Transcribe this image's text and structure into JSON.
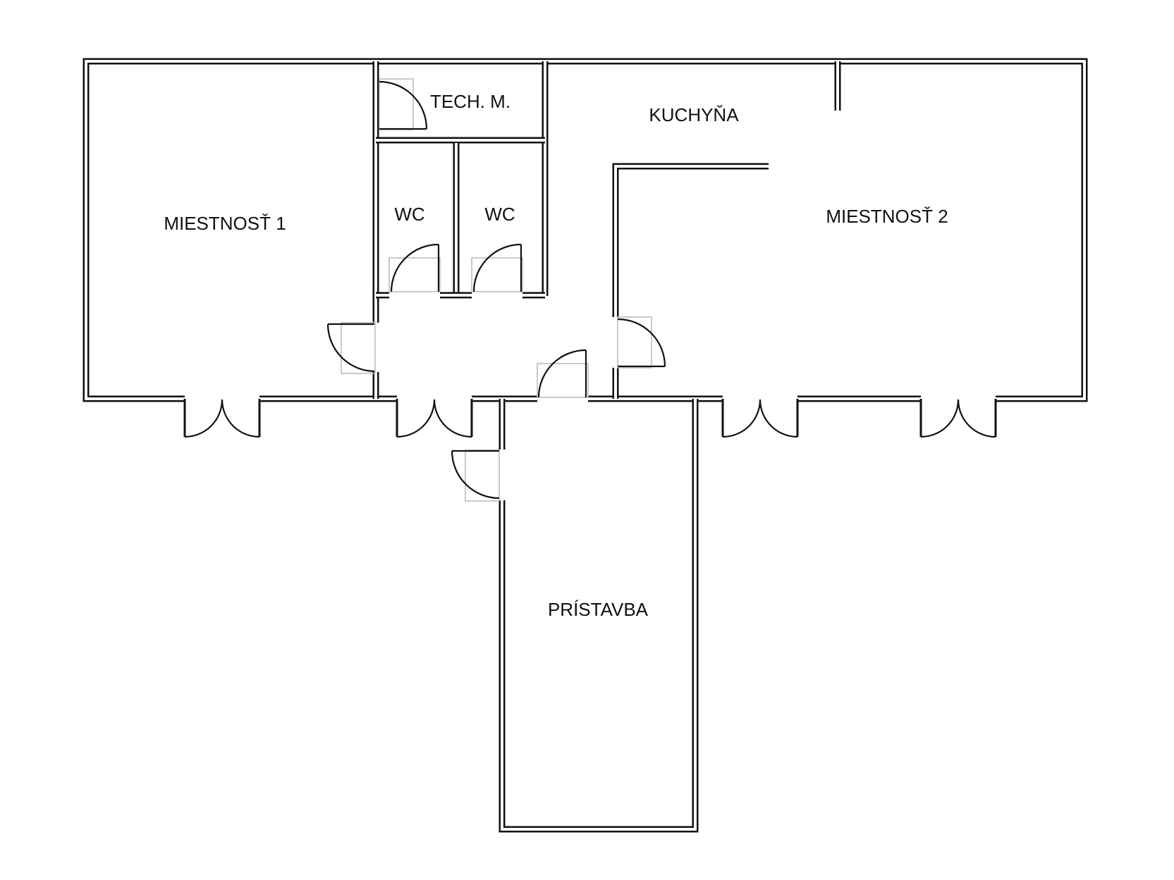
{
  "rooms": {
    "miestnost1": "MIESTNOSŤ 1",
    "tech": "TECH. M.",
    "kuchyna": "KUCHYŇA",
    "wc1": "WC",
    "wc2": "WC",
    "miestnost2": "MIESTNOSŤ 2",
    "pristavba": "PRÍSTAVBA"
  },
  "colors": {
    "wall": "#111111",
    "background": "#ffffff",
    "door_frame": "#b8b8b8"
  }
}
